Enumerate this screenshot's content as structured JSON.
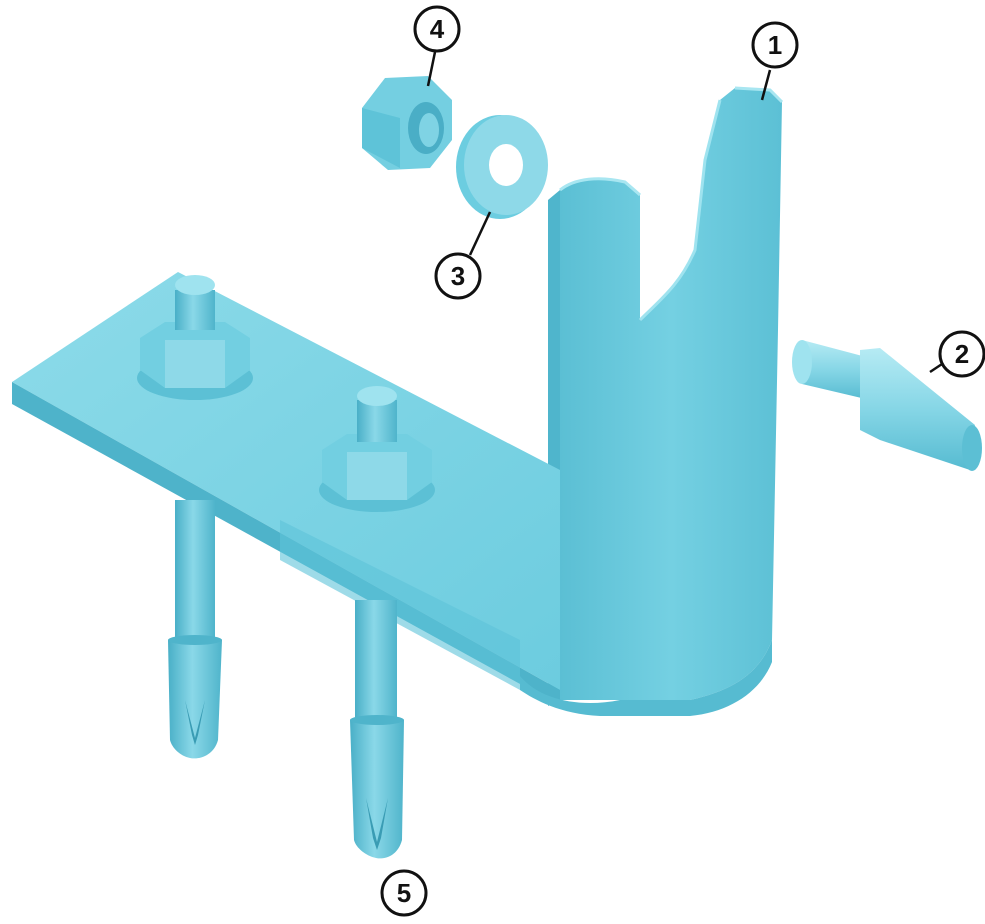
{
  "callouts": [
    {
      "id": "bracket",
      "label": "1"
    },
    {
      "id": "pin",
      "label": "2"
    },
    {
      "id": "washer",
      "label": "3"
    },
    {
      "id": "nut",
      "label": "4"
    },
    {
      "id": "anchors",
      "label": "5"
    }
  ],
  "colors": {
    "part_base": "#6ccde0",
    "part_light": "#9fe3ef",
    "part_mid": "#5fc2d7",
    "part_dark": "#48aec6",
    "part_shadow": "#3a9cb4",
    "leader": "#111111"
  }
}
